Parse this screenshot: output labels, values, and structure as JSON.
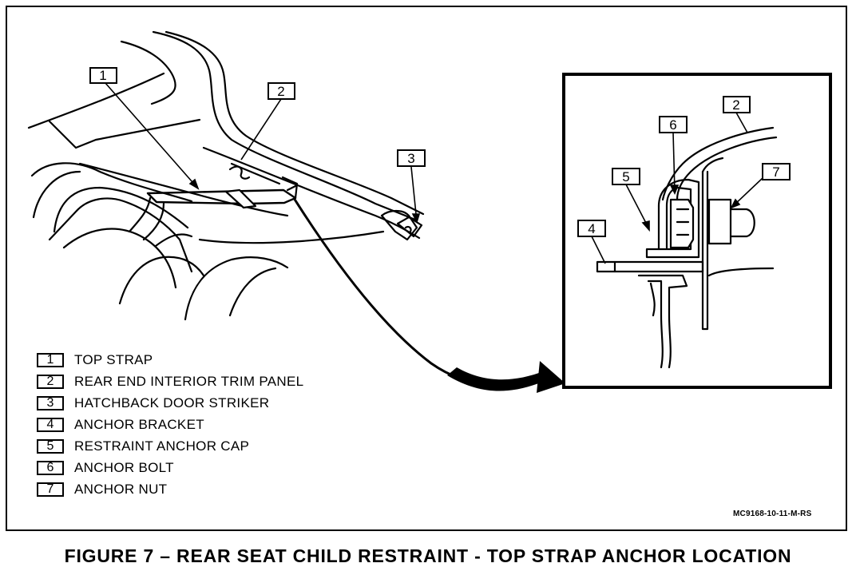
{
  "callouts": {
    "c1": "1",
    "c2": "2",
    "c3": "3",
    "detail_2": "2",
    "detail_4": "4",
    "detail_5": "5",
    "detail_6": "6",
    "detail_7": "7"
  },
  "legend": [
    {
      "num": "1",
      "label": "TOP STRAP"
    },
    {
      "num": "2",
      "label": "REAR END INTERIOR TRIM PANEL"
    },
    {
      "num": "3",
      "label": "HATCHBACK DOOR STRIKER"
    },
    {
      "num": "4",
      "label": "ANCHOR BRACKET"
    },
    {
      "num": "5",
      "label": "RESTRAINT ANCHOR CAP"
    },
    {
      "num": "6",
      "label": "ANCHOR BOLT"
    },
    {
      "num": "7",
      "label": "ANCHOR NUT"
    }
  ],
  "drawing_code": "MC9168-10-11-M-RS",
  "caption": "FIGURE 7 – REAR SEAT CHILD RESTRAINT - TOP STRAP ANCHOR LOCATION"
}
